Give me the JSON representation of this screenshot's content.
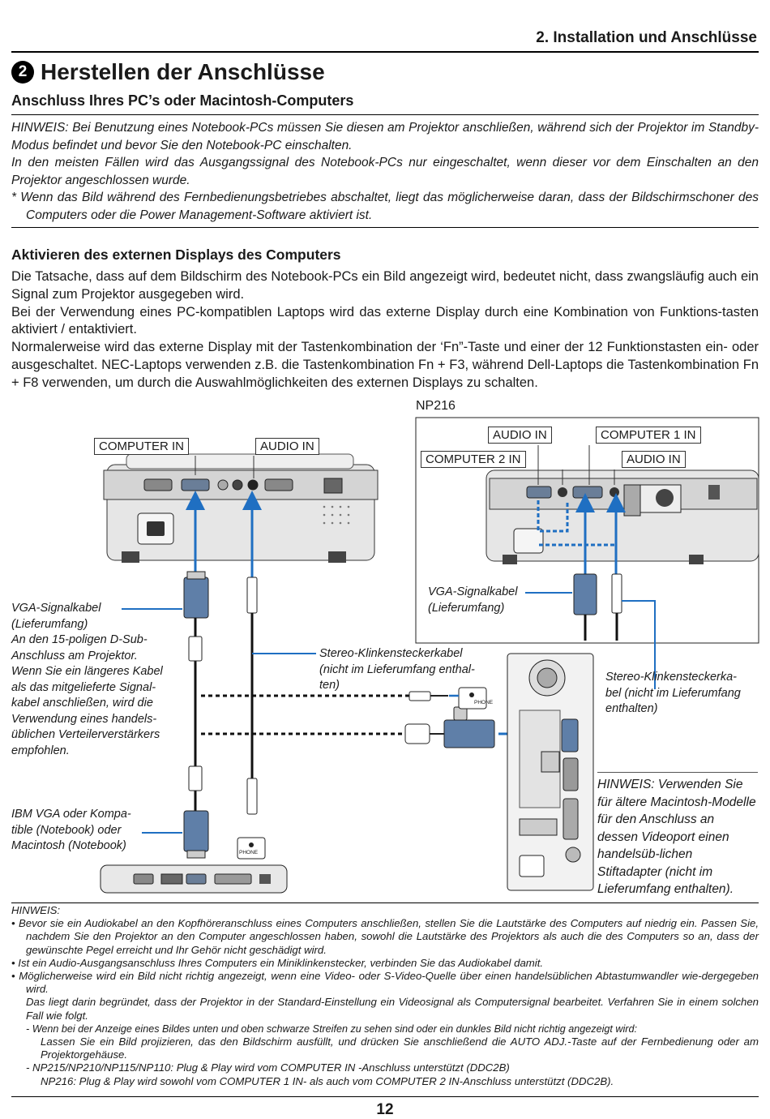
{
  "header": {
    "section": "2. Installation und Anschlüsse",
    "number": "2"
  },
  "title": "Herstellen der Anschlüsse",
  "subtitle": "Anschluss Ihres PC’s oder Macintosh-Computers",
  "note_top": {
    "p1": "HINWEIS: Bei Benutzung eines Notebook-PCs müssen Sie diesen am Projektor anschließen, während sich der Projektor im Standby-Modus befindet und bevor Sie den Notebook-PC einschalten.",
    "p2": "In den meisten Fällen wird das Ausgangssignal des Notebook-PCs nur eingeschaltet, wenn dieser vor dem Einschalten an den Projektor angeschlossen wurde.",
    "p3": "* Wenn das Bild während des Fernbedienungsbetriebes abschaltet, liegt das möglicherweise daran, dass der Bildschirmschoner des Computers oder die Power Management-Software aktiviert ist."
  },
  "section2": {
    "heading": "Aktivieren des externen Displays des Computers",
    "p1": "Die Tatsache, dass auf dem Bildschirm des Notebook-PCs ein Bild angezeigt wird, bedeutet nicht, dass zwangsläufig auch ein Signal zum Projektor ausgegeben wird.",
    "p2": "Bei der Verwendung eines PC-kompatiblen Laptops wird das externe Display durch eine Kombination von Funktions-tasten aktiviert / entaktiviert.",
    "p3": "Normalerweise wird das externe Display mit der Tastenkombination der ‘Fn”-Taste und einer der 12 Funktionstasten ein- oder ausgeschaltet. NEC-Laptops verwenden z.B. die Tastenkombination Fn + F3, während Dell-Laptops die Tastenkombination Fn + F8 verwenden, um durch die Auswahlmöglichkeiten des externen Displays zu schalten."
  },
  "diagram": {
    "left_labels": {
      "computer_in": "COMPUTER IN",
      "audio_in": "AUDIO IN"
    },
    "np216": {
      "model": "NP216",
      "audio_in_top": "AUDIO IN",
      "computer1_in": "COMPUTER 1 IN",
      "computer2_in": "COMPUTER 2 IN",
      "audio_in_right": "AUDIO IN",
      "vga_cable": "VGA-Signalkabel",
      "vga_scope": "(Lieferumfang)"
    },
    "vga_caption": [
      "VGA-Signalkabel",
      "(Lieferumfang)",
      "An den 15-poligen D-Sub-",
      "Anschluss am Projektor.",
      "Wenn Sie ein längeres Kabel",
      "als das mitgelieferte Signal-",
      "kabel anschließen, wird die",
      "Verwendung eines handels-",
      "üblichen Verteilerverstärkers",
      "empfohlen."
    ],
    "stereo_caption": [
      "Stereo-Klinkensteckerkabel",
      "(nicht im Lieferumfang enthal-",
      "ten)"
    ],
    "stereo_caption_right": [
      "Stereo-Klinkensteckerka-",
      "bel (nicht im Lieferumfang",
      "enthalten)"
    ],
    "ibm_caption": [
      "IBM VGA oder Kompa-",
      "tible (Notebook) oder",
      "Macintosh (Notebook)"
    ],
    "phone_label": "PHONE",
    "hinweis_right": "HINWEIS: Verwenden Sie für ältere Macintosh-Modelle für den Anschluss an dessen Videoport einen handelsüb-lichen Stiftadapter (nicht im Lieferumfang enthalten)."
  },
  "bottom_notes": {
    "title": "HINWEIS:",
    "b1": "• Bevor sie ein Audiokabel an den Kopfhöreranschluss eines Computers anschließen, stellen Sie die Lautstärke des Computers auf niedrig ein. Passen Sie, nachdem Sie den Projektor an den Computer angeschlossen haben, sowohl die Lautstärke des Projektors als auch die des Computers so an, dass der gewünschte Pegel erreicht und Ihr Gehör nicht geschädigt wird.",
    "b2": "• Ist ein Audio-Ausgangsanschluss Ihres Computers ein Miniklinkenstecker, verbinden Sie das Audiokabel damit.",
    "b3": "• Möglicherweise wird ein Bild nicht richtig angezeigt, wenn eine Video- oder S-Video-Quelle über einen handelsüblichen Abtastumwandler wie-dergegeben wird.",
    "b3_cont": "Das liegt darin begründet, dass der Projektor in der Standard-Einstellung ein Videosignal als Computersignal bearbeitet. Verfahren Sie in einem solchen Fall wie folgt.",
    "d1": "- Wenn bei der Anzeige eines Bildes unten und oben schwarze Streifen zu sehen sind oder ein dunkles Bild nicht richtig angezeigt wird:",
    "d1_cont": "Lassen Sie ein Bild projizieren, das den Bildschirm ausfüllt, und drücken Sie anschließend die AUTO ADJ.-Taste auf der Fernbedienung oder am Projektorgehäuse.",
    "d2": "- NP215/NP210/NP115/NP110: Plug & Play wird vom COMPUTER IN -Anschluss unterstützt (DDC2B)",
    "d2_cont": "NP216: Plug & Play wird sowohl vom COMPUTER 1 IN- als auch vom COMPUTER 2 IN-Anschluss unterstützt (DDC2B)."
  },
  "page_number": "12"
}
